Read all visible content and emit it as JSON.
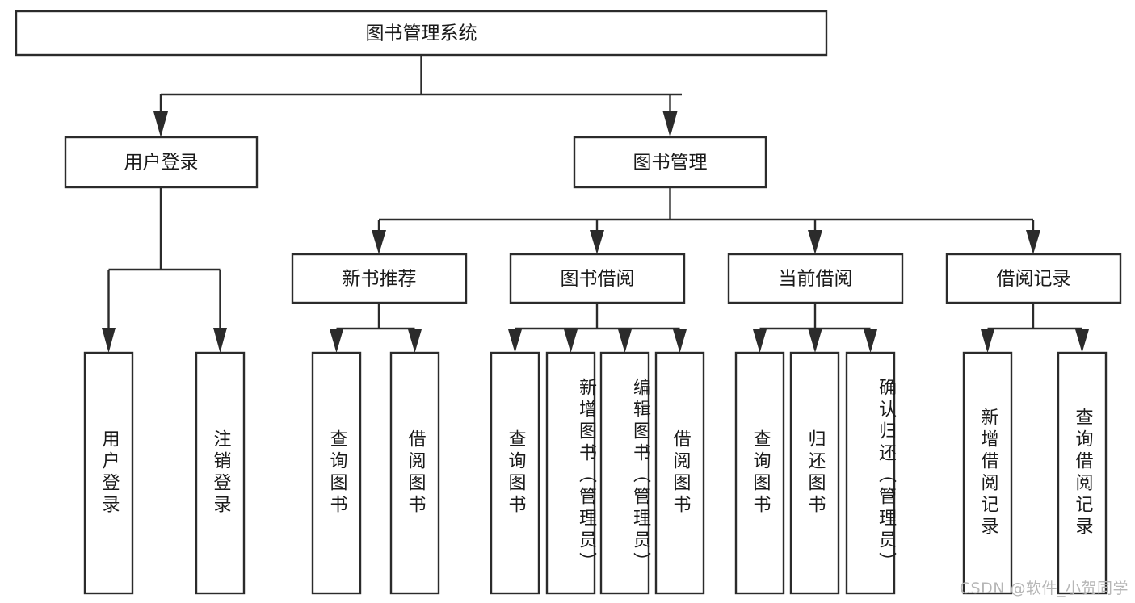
{
  "diagram": {
    "type": "tree",
    "title": "图书管理系统",
    "root": {
      "id": "root",
      "label": "图书管理系统",
      "orientation": "horizontal"
    },
    "level2": [
      {
        "id": "user-login",
        "label": "用户登录",
        "orientation": "horizontal"
      },
      {
        "id": "book-manage",
        "label": "图书管理",
        "orientation": "horizontal"
      }
    ],
    "level3": [
      {
        "id": "new-book-rec",
        "label": "新书推荐",
        "orientation": "horizontal",
        "parent": "book-manage"
      },
      {
        "id": "book-borrow",
        "label": "图书借阅",
        "orientation": "horizontal",
        "parent": "book-manage"
      },
      {
        "id": "current-borrow",
        "label": "当前借阅",
        "orientation": "horizontal",
        "parent": "book-manage"
      },
      {
        "id": "borrow-record",
        "label": "借阅记录",
        "orientation": "horizontal",
        "parent": "book-manage"
      }
    ],
    "leaves": [
      {
        "id": "leaf-user-login",
        "label": "用户登录",
        "parent": "user-login",
        "orientation": "vertical"
      },
      {
        "id": "leaf-user-logout",
        "label": "注销登录",
        "parent": "user-login",
        "orientation": "vertical"
      },
      {
        "id": "leaf-query-book-1",
        "label": "查询图书",
        "parent": "new-book-rec",
        "orientation": "vertical"
      },
      {
        "id": "leaf-borrow-book-1",
        "label": "借阅图书",
        "parent": "new-book-rec",
        "orientation": "vertical"
      },
      {
        "id": "leaf-query-book-2",
        "label": "查询图书",
        "parent": "book-borrow",
        "orientation": "vertical"
      },
      {
        "id": "leaf-add-book",
        "label": "新增图书（管理员）",
        "parent": "book-borrow",
        "orientation": "vertical"
      },
      {
        "id": "leaf-edit-book",
        "label": "编辑图书（管理员）",
        "parent": "book-borrow",
        "orientation": "vertical"
      },
      {
        "id": "leaf-borrow-book-2",
        "label": "借阅图书",
        "parent": "book-borrow",
        "orientation": "vertical"
      },
      {
        "id": "leaf-query-book-3",
        "label": "查询图书",
        "parent": "current-borrow",
        "orientation": "vertical"
      },
      {
        "id": "leaf-return-book",
        "label": "归还图书",
        "parent": "current-borrow",
        "orientation": "vertical"
      },
      {
        "id": "leaf-confirm-return",
        "label": "确认归还（管理员）",
        "parent": "current-borrow",
        "orientation": "vertical"
      },
      {
        "id": "leaf-add-record",
        "label": "新增借阅记录",
        "parent": "borrow-record",
        "orientation": "vertical"
      },
      {
        "id": "leaf-query-record",
        "label": "查询借阅记录",
        "parent": "borrow-record",
        "orientation": "vertical"
      }
    ],
    "colors": {
      "stroke": "#2b2b2b",
      "fill": "#ffffff",
      "text": "#1a1a1a",
      "watermark": "#b6b6b6",
      "background": "#ffffff"
    }
  },
  "watermark": {
    "text": "CSDN @软件_小贺同学"
  }
}
